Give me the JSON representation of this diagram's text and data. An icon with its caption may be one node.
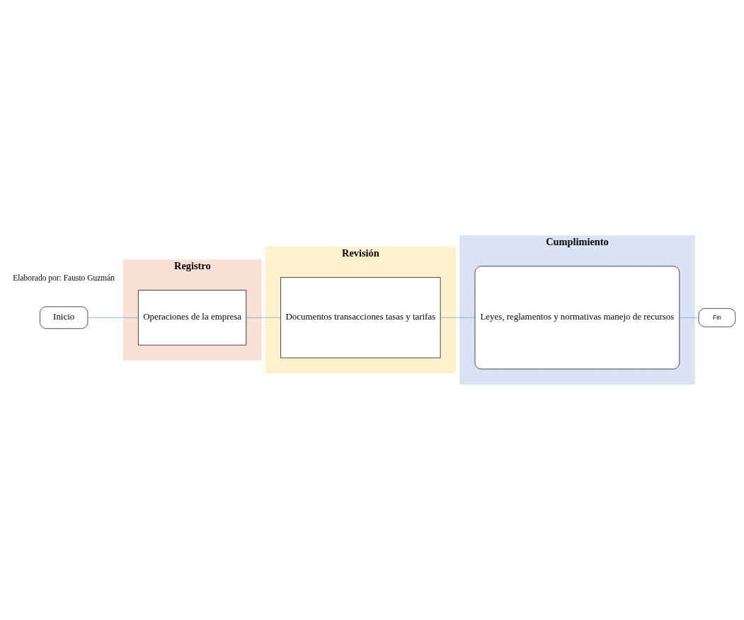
{
  "diagram": {
    "nodes": [
      {
        "text": [
          "Registro"
        ]
      },
      {
        "text": [
          "Revisión"
        ]
      },
      {
        "text": [
          "Cumplimiento"
        ]
      },
      {
        "text": [
          "Inicio"
        ]
      },
      {
        "text": [
          "Operaciones de la empresa"
        ],
        "in": 0
      },
      {
        "text": [
          "Documentos transacciones tasas y tarifas"
        ],
        "in": 1
      },
      {
        "text": [
          "Leyes, reglamentos y normativas manejo de recursos"
        ],
        "in": 2
      },
      {
        "text": [
          "Fin"
        ]
      }
    ],
    "edges": [
      {
        "from": 3,
        "to": 4,
        "arrow": "none"
      },
      {
        "from": 4,
        "to": 5,
        "arrow": "none"
      },
      {
        "from": 5,
        "to": 6,
        "arrow": "none"
      },
      {
        "from": 6,
        "to": 7,
        "arrow": "none"
      }
    ],
    "labels": [
      "Elaborado por: Fausto Guzmán"
    ]
  }
}
